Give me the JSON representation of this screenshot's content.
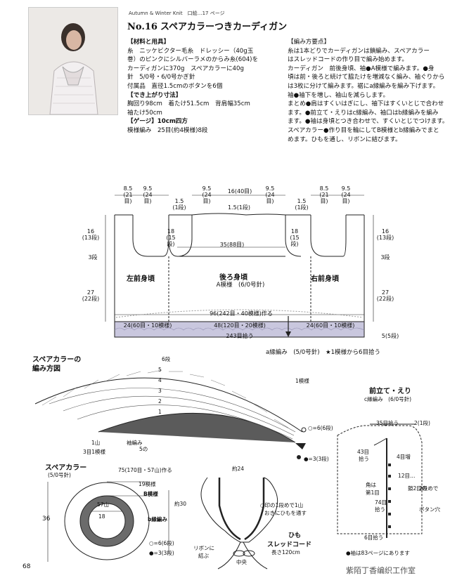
{
  "header": {
    "series": "Autumn & Winter Knit",
    "mouth": "口絵…17 ページ",
    "number": "No.16",
    "title": "スペアカラーつきカーディガン"
  },
  "materials": [
    {
      "t": "【材料と用具】",
      "b": true
    },
    {
      "t": "糸　ニッケビクター毛糸　ドレッシー（40g玉"
    },
    {
      "t": "巻）のピンクにシルバーラメのからみ糸(604)を"
    },
    {
      "t": "カーディガンに370g　スペアカラーに40g"
    },
    {
      "t": "針　5/0号・6/0号かぎ針"
    },
    {
      "t": "付属品　直径1.5cmのボタンを6個"
    },
    {
      "t": "【でき上がり寸法】",
      "b": true
    },
    {
      "t": "胸回り98cm　着たけ51.5cm　背肩幅35cm"
    },
    {
      "t": "袖たけ50cm"
    },
    {
      "t": "【ゲージ】10cm四方",
      "b": true
    },
    {
      "t": "模様編み　25目(約4模様)8段"
    }
  ],
  "instructions": [
    {
      "t": "【編み方要点】",
      "b": true
    },
    {
      "t": "糸は1本どりでカーディガンは鎖編み、スペアカラー"
    },
    {
      "t": "はスレッドコードの作り目で編み始めます。"
    },
    {
      "t": "カーディガン　前後身頃、袖●A模様で編みます。●身"
    },
    {
      "t": "頃は前・後ろと続けて脇たけを増減なく編み、袖ぐりから"
    },
    {
      "t": "は3枚に分けて編みます。裾にa縁編みを編み下げます。"
    },
    {
      "t": "袖●袖下を増し、袖山を減らします。"
    },
    {
      "t": "まとめ●肩はすくいはぎにし、袖下はすくいとじで合わせ"
    },
    {
      "t": "ます。●前立て・えりはc縁編み、袖口はb縁編みを編み"
    },
    {
      "t": "ます。●袖は身頃とつき合わせで、すくいとじでつけます。"
    },
    {
      "t": "スペアカラー●作り目を輪にしてB模様とb縁編みでまと"
    },
    {
      "t": "めます。ひもを通し、リボンに結びます。"
    }
  ],
  "body_diagram": {
    "top": [
      "8.5",
      "9.5",
      "9.5",
      "16",
      "9.5",
      "8.5",
      "9.5"
    ],
    "top_rows": [
      "(21目)",
      "(24目)",
      "(24目)",
      "(40目)",
      "(24目)",
      "(21目)",
      "(24目)"
    ],
    "armhole_l": "1.5",
    "armhole_l_r": "(1段)",
    "armhole_r": "1.5",
    "armhole_r_r": "(1段)",
    "neck": "1.5",
    "neck_r": "(1段)",
    "height_left": "16",
    "height_left_r": "(13段)",
    "height_right": "16",
    "height_right_r": "(13段)",
    "armhole_depth": "18",
    "armhole_depth_r": "(15段)",
    "shoulder_width": "35",
    "shoulder_width_r": "(88目)",
    "step_l": "3段",
    "step_r": "3段",
    "side_l": "27",
    "side_l_r": "(22段)",
    "side_r": "27",
    "side_r_r": "(22段)",
    "left_front": "左前身頃",
    "back": "後ろ身頃",
    "back_pattern": "A模様　(6/0号針)",
    "right_front": "右前身頃",
    "chain": "96(242目・40模様)作る",
    "hem_l": "24(60目・10模様)",
    "hem_c": "48(120目・20模様)",
    "hem_r": "24(60目・10模様)",
    "picks": "243目拾う",
    "edge_a": "a縁編み　(5/0号針)　★1模様から6目拾う",
    "five": "5(5段)"
  },
  "collar_chart": {
    "title1": "スペアカラーの",
    "title2": "編み方図",
    "rows": [
      "6段",
      "5",
      "4",
      "3",
      "2",
      "1",
      "1模様",
      "1山",
      "3目1模様",
      "袖編み",
      "5の"
    ],
    "labels": [
      "○=6(6段)",
      "●=3(3段)"
    ]
  },
  "collar_small": {
    "title": "スペアカラー",
    "needle": "(5/0号針)",
    "l1": "75(170目・57山)作る",
    "l2": "19模様",
    "l3": "B模様",
    "l4": "57山",
    "l5": "18",
    "l6": "b縁編み",
    "dim36": "36",
    "dim30": "約30",
    "a": "○=6(6段)",
    "b": "●=3(3段)"
  },
  "ribbon": {
    "top": "約24",
    "note1": "○印の1段めで1山",
    "note2": "おきにひもを通す",
    "himo": "ひも",
    "cord": "スレッドコード",
    "cord_len": "長さ120cm",
    "ribbon": "リボンに",
    "tie": "結ぶ",
    "center": "中央"
  },
  "front_band": {
    "title": "前立て・えり",
    "edge": "c縁編み　(6/0号針)",
    "picks35": "35目拾う",
    "r2": "2(1段)",
    "picks43": "43目",
    "picks43b": "拾う",
    "r4": "4目増",
    "r12": "12目…",
    "angle1": "角は",
    "angle2": "第1目",
    "r74": "74目",
    "r74b": "拾う",
    "bh": "2段めで",
    "bh2": "ボタン穴",
    "bh3": "鎖2目の",
    "picks6": "6目拾う",
    "sleeve": "●袖は83ページにあります"
  },
  "footer": {
    "page": "68",
    "wm": "紫陌丁香编织工作室"
  }
}
